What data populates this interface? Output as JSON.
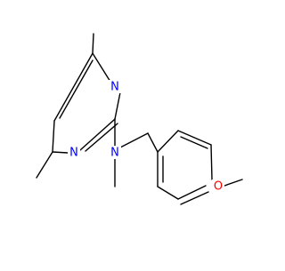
{
  "molecule": {
    "atom_labels": {
      "n_ring_top": "N",
      "n_ring_bottom": "N",
      "n_amine": "N",
      "o_methoxy": "O"
    },
    "colors": {
      "bond": "#000000",
      "nitrogen": "#0000ff",
      "oxygen": "#ff0000",
      "background": "#ffffff"
    }
  }
}
